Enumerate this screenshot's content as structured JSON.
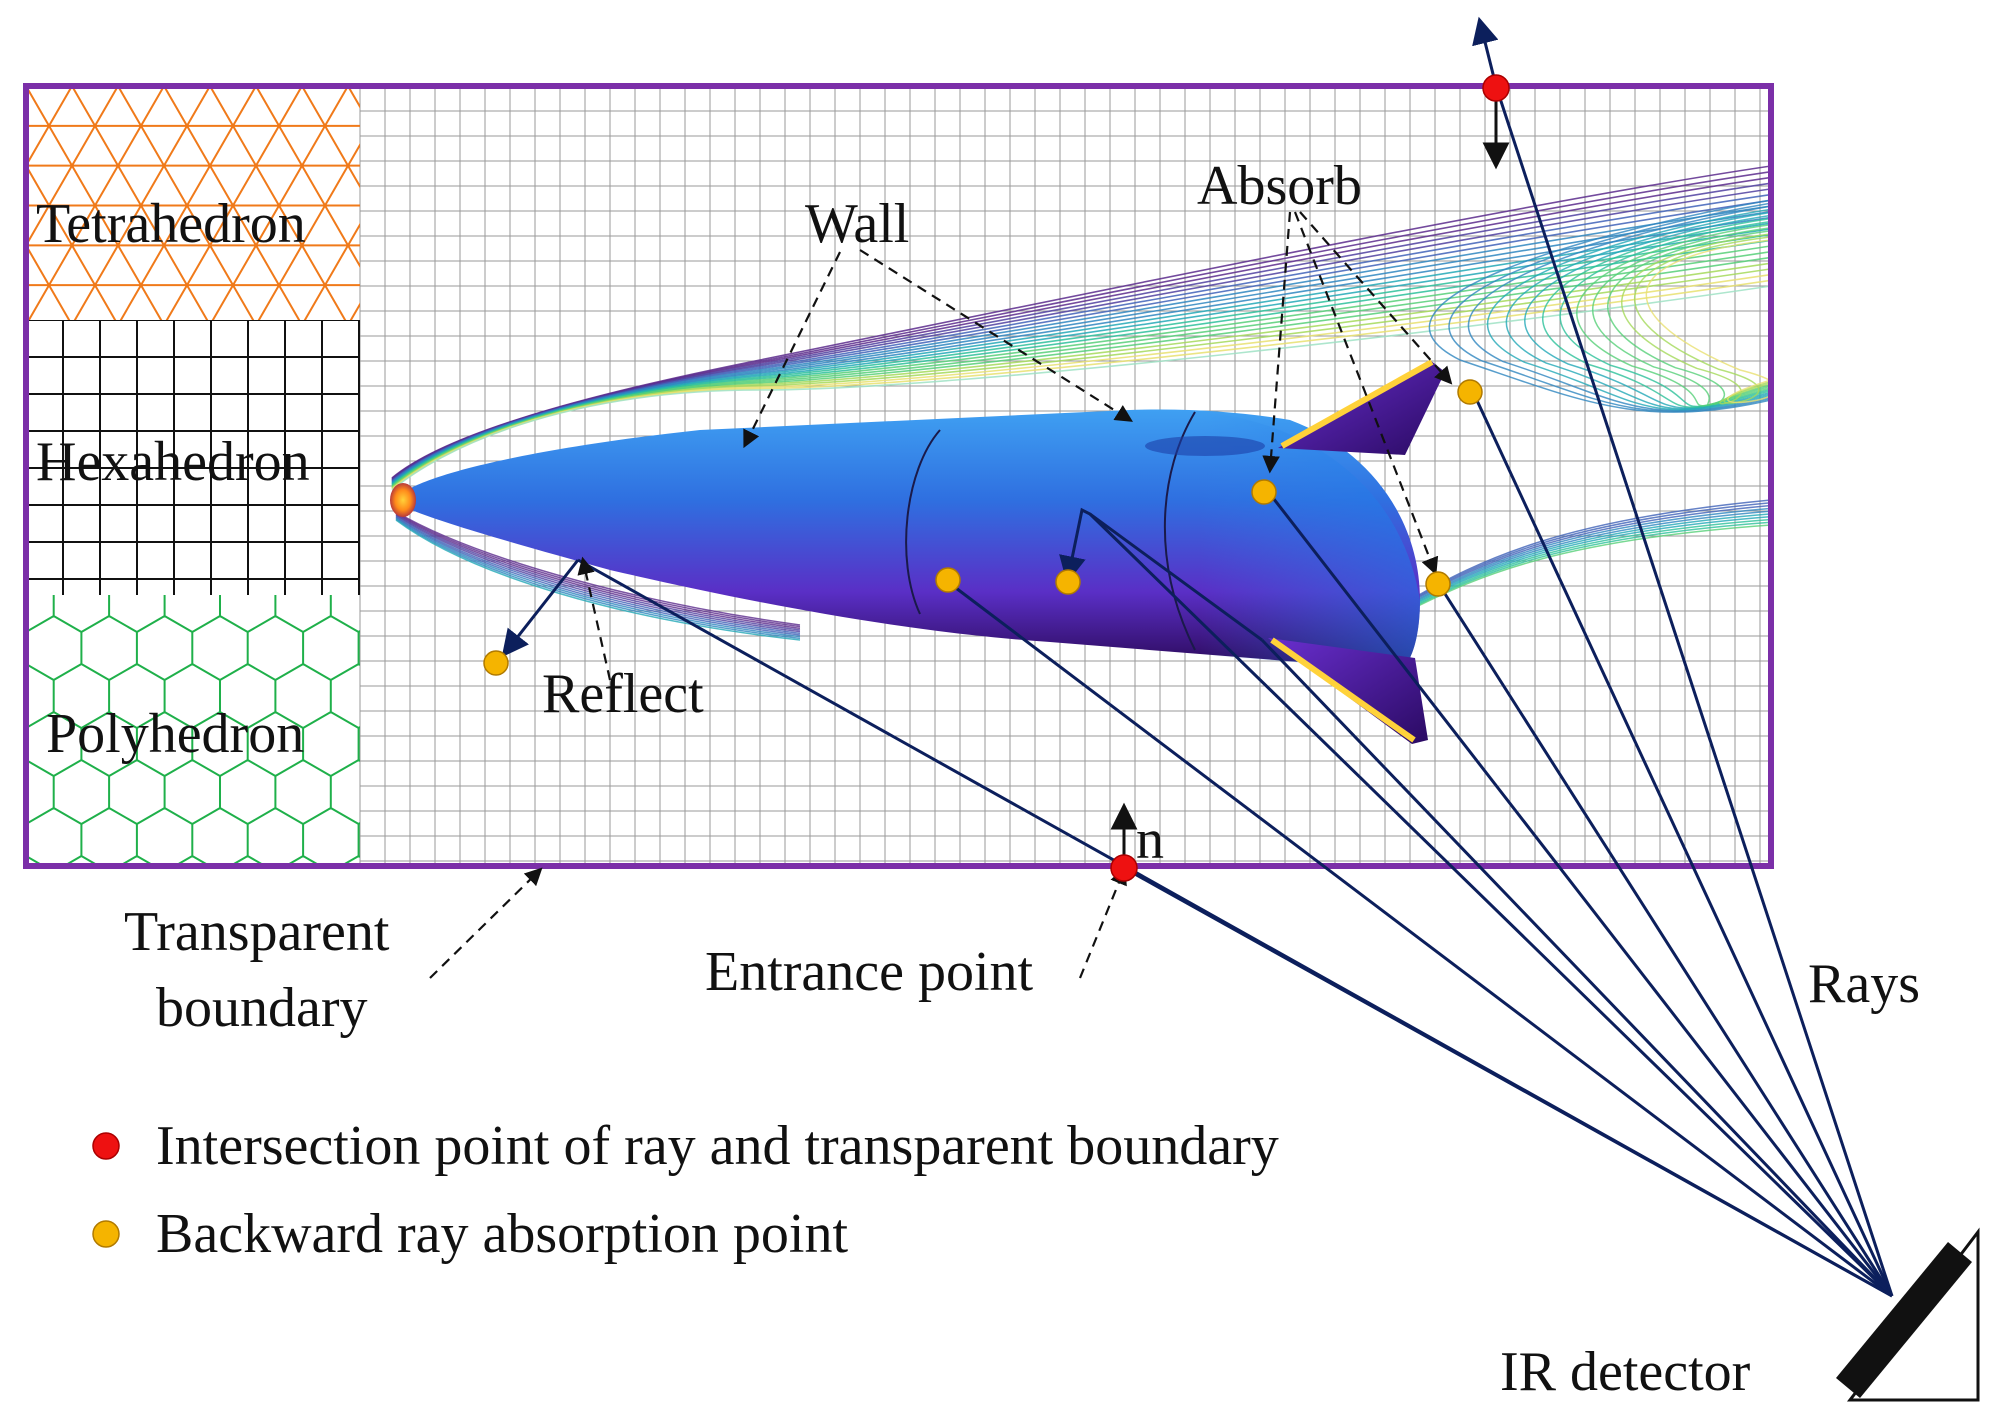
{
  "labels": {
    "tetrahedron": "Tetrahedron",
    "hexahedron": "Hexahedron",
    "polyhedron": "Polyhedron",
    "wall": "Wall",
    "absorb": "Absorb",
    "reflect": "Reflect",
    "transparent_boundary_line1": "Transparent",
    "transparent_boundary_line2": "boundary",
    "entrance_point": "Entrance point",
    "normal": "n",
    "rays": "Rays",
    "ir_detector": "IR detector"
  },
  "legend": [
    {
      "label": "Intersection point of ray and transparent boundary",
      "color": "#ee1111"
    },
    {
      "label": "Backward ray absorption point",
      "color": "#f5b400"
    }
  ],
  "colors": {
    "boundary": "#7b2fa8",
    "ray": "#0c1f5c",
    "tetra_mesh": "#f07a1a",
    "hexa_mesh": "#111111",
    "poly_mesh": "#1fb04a",
    "grid": "#9a9a9a",
    "intersection_point": "#ee1111",
    "absorption_point": "#f5b400",
    "body_light": "#2f7ce8",
    "body_dark": "#3a0a66"
  }
}
